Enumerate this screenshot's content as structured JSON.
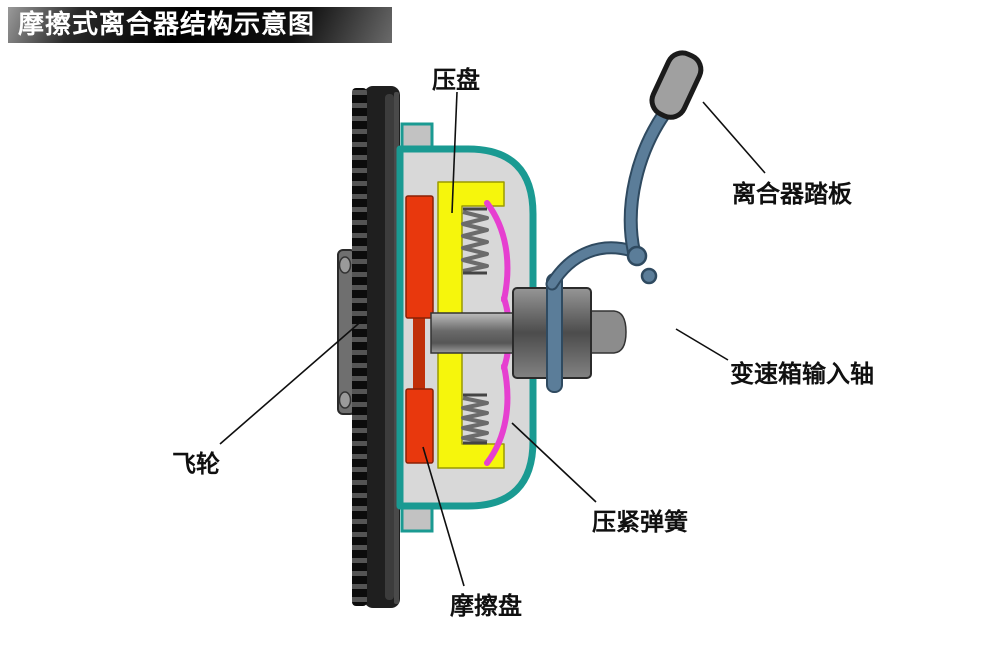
{
  "title": "摩擦式离合器结构示意图",
  "labels": {
    "pressure_plate": "压盘",
    "clutch_pedal": "离合器踏板",
    "gearbox_input_shaft": "变速箱输入轴",
    "compression_spring": "压紧弹簧",
    "friction_disc": "摩擦盘",
    "flywheel": "飞轮"
  },
  "colors": {
    "housing_outline": "#1a9a92",
    "pressure_plate_fill": "#f6f60c",
    "friction_disc_fill": "#e8380d",
    "diaphragm_spring": "#e63fd0",
    "pedal_linkage": "#5b7d99",
    "flywheel_fill": "#1f1f1f",
    "shaft_fill": "#8a8a8a",
    "title_text": "#ffffff",
    "label_text": "#101010"
  }
}
